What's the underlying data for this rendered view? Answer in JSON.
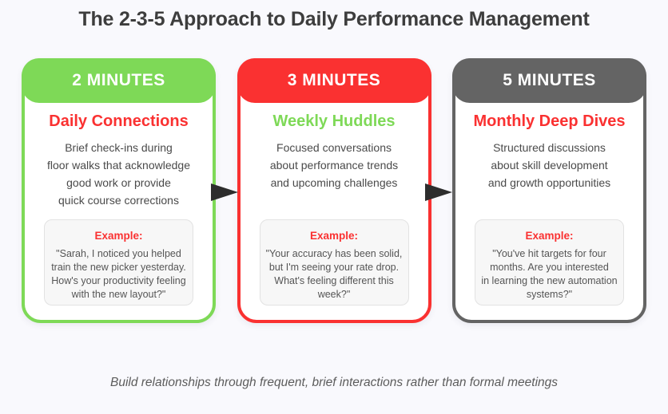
{
  "title": "The 2-3-5 Approach to Daily Performance Management",
  "footer": "Build relationships through frequent, brief interactions rather than formal meetings",
  "colors": {
    "page_bg": "#f9f9fd",
    "card_bg": "#ffffff",
    "green": "#7ed957",
    "red": "#fa3131",
    "gray": "#646464",
    "arrow": "#2d2d2d",
    "title_text": "#3d3d3d",
    "body_text": "#4a4a4a",
    "footer_text": "#5c5c5c",
    "example_bg": "#f7f7f7",
    "example_border": "#e2e2e2"
  },
  "cards": [
    {
      "duration": "2 MINUTES",
      "accent": "#7ed957",
      "heading": "Daily Connections",
      "heading_color": "#fa3131",
      "description": "Brief check-ins during\nfloor walks that acknowledge\ngood work or provide\nquick course corrections",
      "example_label": "Example:",
      "example_text": "\"Sarah, I noticed you helped\ntrain the new picker yesterday.\nHow's your productivity feeling\nwith the new layout?\""
    },
    {
      "duration": "3 MINUTES",
      "accent": "#fa3131",
      "heading": "Weekly Huddles",
      "heading_color": "#7ed957",
      "description": "Focused conversations\nabout performance trends\nand upcoming challenges",
      "example_label": "Example:",
      "example_text": "\"Your accuracy has been solid,\nbut I'm seeing your rate drop.\nWhat's feeling different this\nweek?\""
    },
    {
      "duration": "5 MINUTES",
      "accent": "#646464",
      "heading": "Monthly Deep Dives",
      "heading_color": "#fa3131",
      "description": "Structured discussions\nabout skill development\nand growth opportunities",
      "example_label": "Example:",
      "example_text": "\"You've hit targets for four\nmonths. Are you interested\nin learning the new automation\nsystems?\""
    }
  ]
}
